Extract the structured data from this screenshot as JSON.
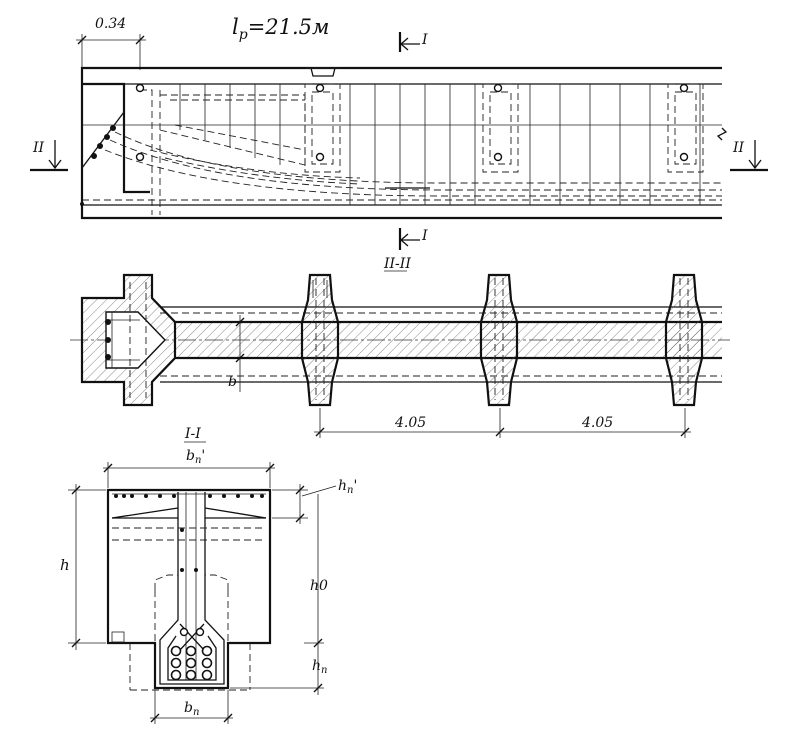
{
  "title": {
    "main": "l",
    "sub": "p",
    "value": "=21.5м"
  },
  "dimensions": {
    "end_offset": "0.34",
    "rib_spacing_1": "4.05",
    "rib_spacing_2": "4.05",
    "web_thickness": "b"
  },
  "sections": {
    "plan_section": "II-II",
    "cross_section": "I-I",
    "cut_I": "I",
    "cut_II": "II"
  },
  "cross_section_labels": {
    "flange_width": {
      "main": "b",
      "sub": "n",
      "prime": "'"
    },
    "flange_height": {
      "main": "h",
      "sub": "n",
      "prime": "'"
    },
    "height": "h",
    "effective_depth": "h0",
    "bottom_height": {
      "main": "h",
      "sub": "n"
    },
    "bottom_width": {
      "main": "b",
      "sub": "n"
    }
  }
}
